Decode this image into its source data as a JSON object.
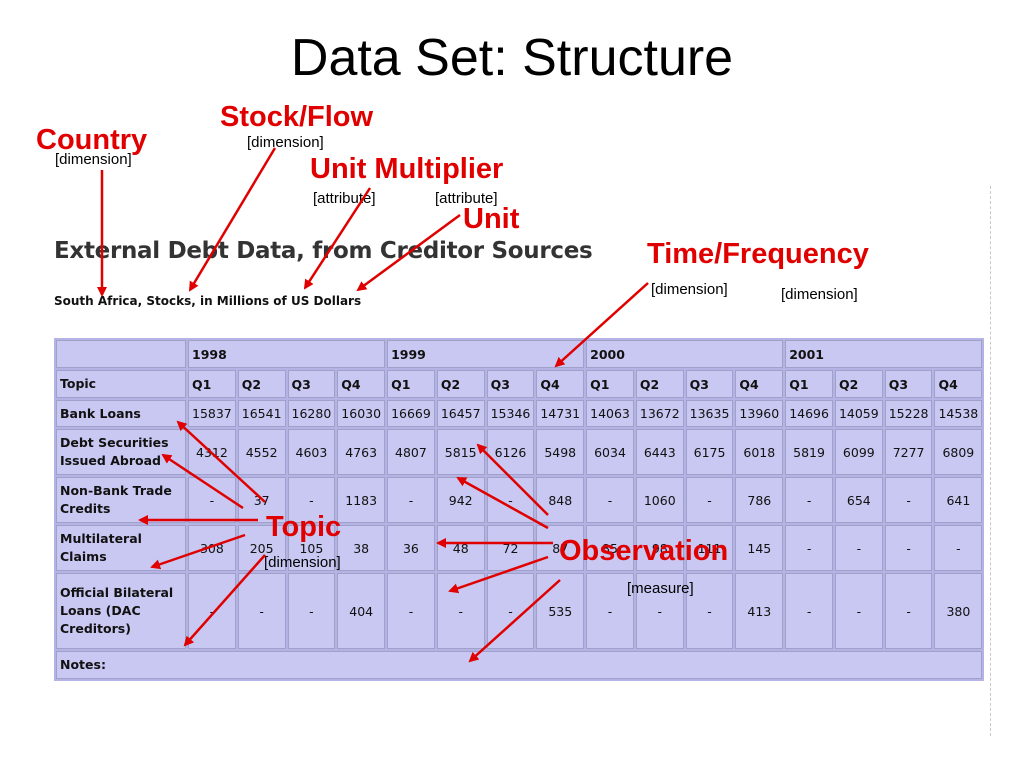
{
  "slide": {
    "title": "Data Set: Structure"
  },
  "screenshot": {
    "title": "External Debt Data, from Creditor Sources",
    "subtitle": "South Africa, Stocks, in Millions of US Dollars"
  },
  "table": {
    "years": [
      "1998",
      "1999",
      "2000",
      "2001"
    ],
    "topic_header": "Topic",
    "quarters": [
      "Q1",
      "Q2",
      "Q3",
      "Q4",
      "Q1",
      "Q2",
      "Q3",
      "Q4",
      "Q1",
      "Q2",
      "Q3",
      "Q4",
      "Q1",
      "Q2",
      "Q3",
      "Q4"
    ],
    "rows": [
      {
        "topic": "Bank Loans",
        "values": [
          "15837",
          "16541",
          "16280",
          "16030",
          "16669",
          "16457",
          "15346",
          "14731",
          "14063",
          "13672",
          "13635",
          "13960",
          "14696",
          "14059",
          "15228",
          "14538"
        ]
      },
      {
        "topic": "Debt Securities Issued Abroad",
        "values": [
          "4312",
          "4552",
          "4603",
          "4763",
          "4807",
          "5815",
          "6126",
          "5498",
          "6034",
          "6443",
          "6175",
          "6018",
          "5819",
          "6099",
          "7277",
          "6809"
        ]
      },
      {
        "topic": "Non-Bank Trade Credits",
        "values": [
          "-",
          "37",
          "-",
          "1183",
          "-",
          "942",
          "-",
          "848",
          "-",
          "1060",
          "-",
          "786",
          "-",
          "654",
          "-",
          "641"
        ]
      },
      {
        "topic": "Multilateral Claims",
        "values": [
          "308",
          "205",
          "105",
          "38",
          "36",
          "48",
          "72",
          "87",
          "85",
          "98",
          "111",
          "145",
          "-",
          "-",
          "-",
          "-"
        ]
      },
      {
        "topic": "Official Bilateral Loans (DAC Creditors)",
        "values": [
          "-",
          "-",
          "-",
          "404",
          "-",
          "-",
          "-",
          "535",
          "-",
          "-",
          "-",
          "413",
          "-",
          "-",
          "-",
          "380"
        ]
      }
    ],
    "notes_label": "Notes:"
  },
  "annotations": {
    "country": {
      "label": "Country",
      "tag": "[dimension]"
    },
    "stock_flow": {
      "label": "Stock/Flow",
      "tag": "[dimension]"
    },
    "unit_multiplier": {
      "label": "Unit Multiplier",
      "tag": "[attribute]"
    },
    "unit": {
      "label": "Unit",
      "tag": "[attribute]"
    },
    "time_frequency": {
      "label": "Time/Frequency",
      "tag_1": "[dimension]",
      "tag_2": "[dimension]"
    },
    "topic": {
      "label": "Topic",
      "tag": "[dimension]"
    },
    "observation": {
      "label": "Observation",
      "tag": "[measure]"
    }
  },
  "colors": {
    "annotation_red": "#e00000",
    "table_fill": "#c8c8f2"
  }
}
